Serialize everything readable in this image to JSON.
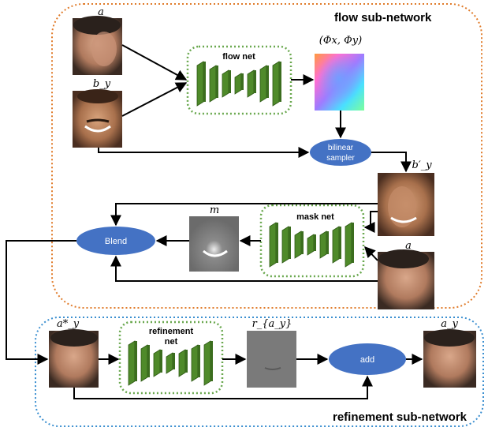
{
  "flow_subnetwork": {
    "title": "flow sub-network",
    "input_a_label": "a",
    "input_by_label": "b_y",
    "flow_net_label": "flow net",
    "flow_output_label": "(Φx, Φy)",
    "sampler_label_line1": "bilinear",
    "sampler_label_line2": "sampler",
    "warped_label": "b′_y",
    "mask_net_label": "mask net",
    "mask_label": "m",
    "input_a2_label": "a",
    "blend_label": "Blend"
  },
  "refinement_subnetwork": {
    "title": "refinement sub-network",
    "input_label": "a*_y",
    "refinement_net_label_line1": "refinement",
    "refinement_net_label_line2": "net",
    "residual_label": "r_{a_y}",
    "add_label": "add",
    "output_label": "a_y"
  },
  "colors": {
    "flow_border": "#e07b2a",
    "refinement_border": "#3b8fd0",
    "node_fill": "#4472c4",
    "net_dash": "#6aa84f",
    "layer_fill": "#4f8a2a"
  }
}
